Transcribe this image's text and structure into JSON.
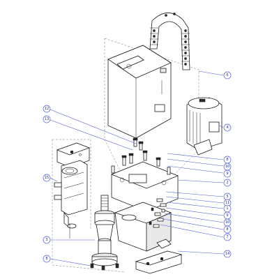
{
  "callouts": [
    {
      "id": "c6",
      "label": "6"
    },
    {
      "id": "c4",
      "label": "4"
    },
    {
      "id": "c12",
      "label": "12"
    },
    {
      "id": "c13",
      "label": "13"
    },
    {
      "id": "c8a",
      "label": "8"
    },
    {
      "id": "c10a",
      "label": "10"
    },
    {
      "id": "c9a",
      "label": "9"
    },
    {
      "id": "c2",
      "label": "2"
    },
    {
      "id": "c15",
      "label": "15"
    },
    {
      "id": "c5",
      "label": "5"
    },
    {
      "id": "c11",
      "label": "11"
    },
    {
      "id": "c1",
      "label": "1"
    },
    {
      "id": "c9b",
      "label": "9"
    },
    {
      "id": "c10b",
      "label": "10"
    },
    {
      "id": "c8b",
      "label": "8"
    },
    {
      "id": "c7",
      "label": "7"
    },
    {
      "id": "c3",
      "label": "3"
    },
    {
      "id": "c8c",
      "label": "8"
    },
    {
      "id": "c14",
      "label": "14"
    }
  ],
  "colors": {
    "callout_stroke": "#4a5bd6",
    "callout_text": "#1d2b9a",
    "line_art": "#1a1a1a"
  }
}
